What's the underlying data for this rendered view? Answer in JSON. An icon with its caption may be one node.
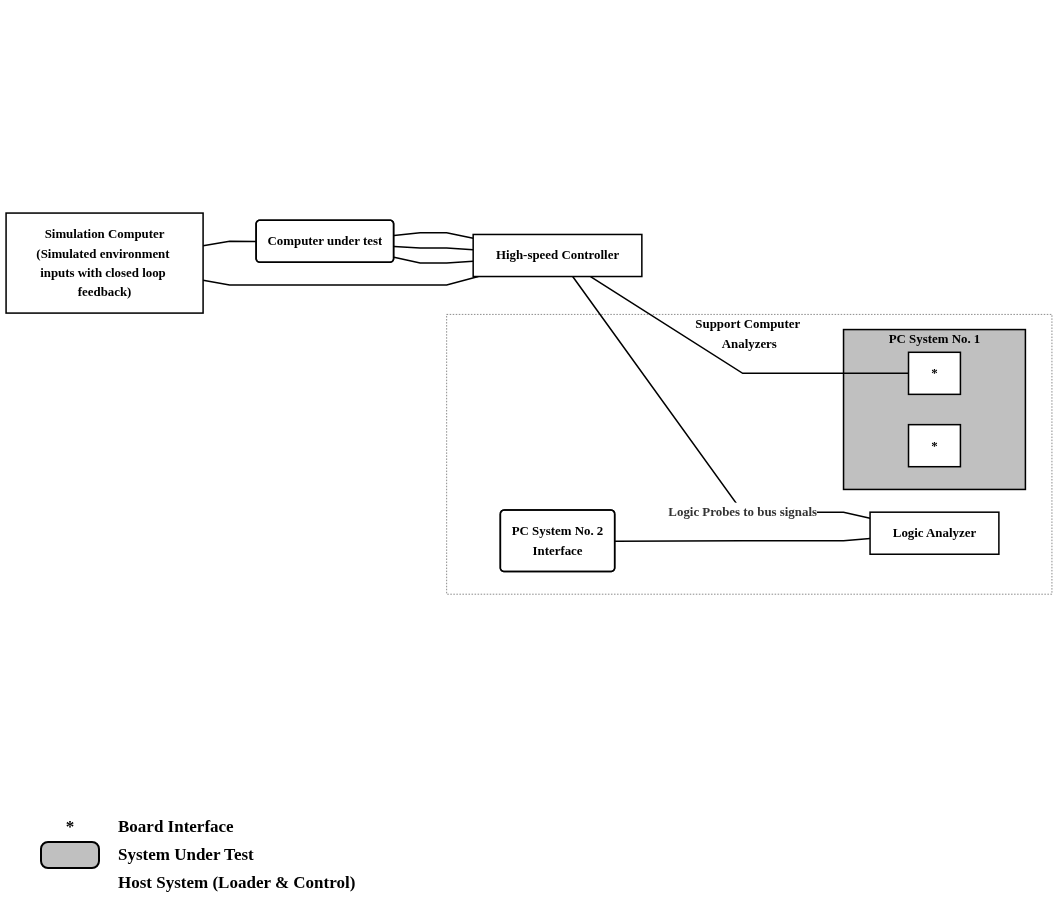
{
  "diagram": {
    "nodes": [
      {
        "text": [
          "Simulation Computer",
          "(Simulated environment inputs with closed loop feedback)"
        ]
      },
      {
        "text": [
          "Support Computer Analyzers"
        ]
      },
      {
        "text": [
          "Computer under test"
        ]
      },
      {
        "text": [
          "High-speed Controller"
        ]
      },
      {
        "text": [
          "PC System No. 1"
        ],
        "in": 1
      },
      {
        "text": [
          "*"
        ],
        "in": 4
      },
      {
        "text": [
          "*"
        ],
        "in": 4
      },
      {
        "text": [
          "PC System No. 2",
          "Interface"
        ],
        "in": 1
      },
      {
        "text": [
          "Logic Analyzer"
        ],
        "in": 1
      }
    ],
    "edges": [
      {
        "from": 2,
        "to": 3,
        "arrow": "none"
      },
      {
        "from": 2,
        "to": 3,
        "arrow": "none"
      },
      {
        "from": 2,
        "to": 3,
        "arrow": "none"
      },
      {
        "from": 0,
        "to": 2,
        "arrow": "none"
      },
      {
        "from": 0,
        "to": 3,
        "arrow": "none"
      },
      {
        "from": 3,
        "to": 5,
        "arrow": "none"
      },
      {
        "from": 3,
        "to": 8,
        "arrow": "none",
        "label": "Logic Probes to bus signals"
      },
      {
        "from": 7,
        "to": 8,
        "arrow": "none"
      }
    ],
    "labels": [
      "*"
    ],
    "legend": [
      {
        "text": "Board Interface"
      },
      {
        "text": "System Under Test",
        "color": "#c0c0c0"
      },
      {
        "text": "Host System (Loader & Control)"
      }
    ]
  }
}
